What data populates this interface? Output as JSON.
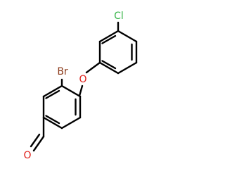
{
  "molecule": {
    "labels": {
      "chlorine": "Cl",
      "bromine": "Br",
      "ether_oxygen": "O",
      "carbonyl_oxygen": "O"
    },
    "colors": {
      "chlorine": "#39b54a",
      "bromine": "#8b3a1a",
      "oxygen": "#e0201b",
      "bond": "#000000"
    }
  }
}
